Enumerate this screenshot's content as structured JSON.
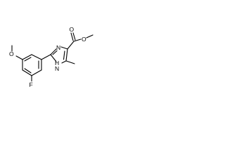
{
  "molecule": {
    "atoms": {
      "carbonyl_oxygen": "O",
      "ester_oxygen": "O",
      "imidazole_n3": "N",
      "imidazole_n1h": "H",
      "imidazole_n1": "N",
      "methoxy_oxygen": "O",
      "fluorine": "F"
    }
  }
}
